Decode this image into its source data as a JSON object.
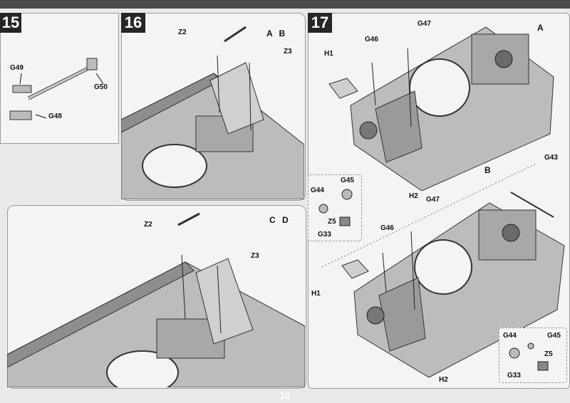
{
  "page_number": "10",
  "colors": {
    "ink": "#111111",
    "hull": "#bcbcbc",
    "hull_dark": "#8e8e8e",
    "panel_bg": "#f4f4f4",
    "step_bg": "#262626"
  },
  "steps": [
    {
      "number": "15",
      "labels": [
        "G49",
        "G50",
        "G48"
      ]
    },
    {
      "number": "16",
      "variants_top": "A B",
      "labels_top": [
        "Z2",
        "Z3"
      ],
      "variants_bottom": "C D",
      "labels_bottom": [
        "Z2",
        "Z3"
      ]
    },
    {
      "number": "17",
      "variant_a": "A",
      "labels_a": [
        "H1",
        "G46",
        "G47"
      ],
      "inset_a": [
        "G44",
        "G45",
        "Z5",
        "G33",
        "H2"
      ],
      "variant_b": "B",
      "labels_b": [
        "G43",
        "G47",
        "G46",
        "H1"
      ],
      "inset_b": [
        "G44",
        "G45",
        "Z5",
        "G33",
        "H2"
      ]
    }
  ]
}
